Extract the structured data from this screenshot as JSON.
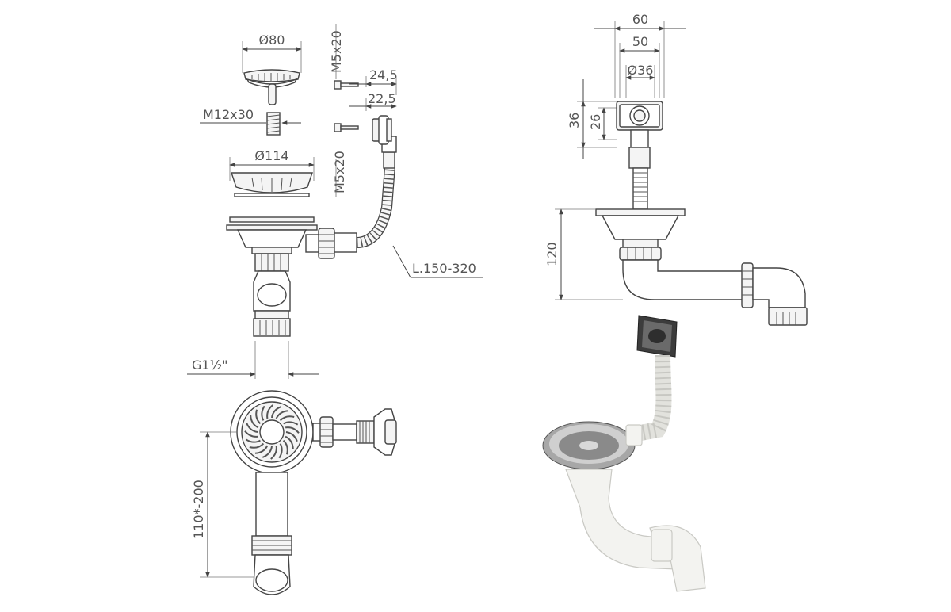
{
  "labels": {
    "d80": "Ø80",
    "m5x20_top": "M5x20",
    "d24_5": "24,5",
    "d22_5": "22,5",
    "m12x30": "M12x30",
    "m5x20_mid": "M5x20",
    "d114": "Ø114",
    "l150_320": "L.150-320",
    "g1_5": "G1½\"",
    "d110_200": "110*-200",
    "d60": "60",
    "d50": "50",
    "d36_dia": "Ø36",
    "d36": "36",
    "d26": "26",
    "d120": "120"
  }
}
